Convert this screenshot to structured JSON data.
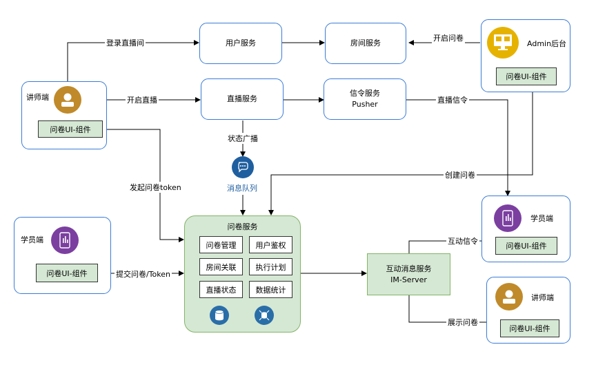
{
  "nodes": {
    "user_service": "用户服务",
    "room_service": "房间服务",
    "live_service": "直播服务",
    "signal_service": "信令服务\nPusher",
    "admin": "Admin后台",
    "admin_widget": "问卷UI-组件",
    "lecturer": "讲师端",
    "lecturer_widget": "问卷UI-组件",
    "mq": "消息队列",
    "student_left": "学员端",
    "student_left_widget": "问卷UI-组件",
    "survey_service": "问卷服务",
    "modules": [
      "问卷管理",
      "用户鉴权",
      "房间关联",
      "执行计划",
      "直播状态",
      "数据统计"
    ],
    "im_service": "互动消息服务\nIM-Server",
    "student_right": "学员端",
    "student_right_widget": "问卷UI-组件",
    "lecturer_right": "讲师端",
    "lecturer_right_widget": "问卷UI-组件"
  },
  "edges": {
    "login_room": "登录直播间",
    "open_survey": "开启问卷",
    "start_live": "开启直播",
    "live_signal": "直播信令",
    "state_broadcast": "状态广播",
    "create_survey": "创建问卷",
    "launch_token": "发起问卷token",
    "submit_token": "提交问卷/Token",
    "interact_signal": "互动信令",
    "show_survey": "展示问卷"
  },
  "colors": {
    "border": "#3a7bd5",
    "green_fill": "#d5e8d4",
    "avatar": "#c08a2a",
    "admin_icon": "#e6b200",
    "mobile": "#7b3fa0",
    "mq": "#1f5fa0",
    "db": "#2a6ea8"
  }
}
